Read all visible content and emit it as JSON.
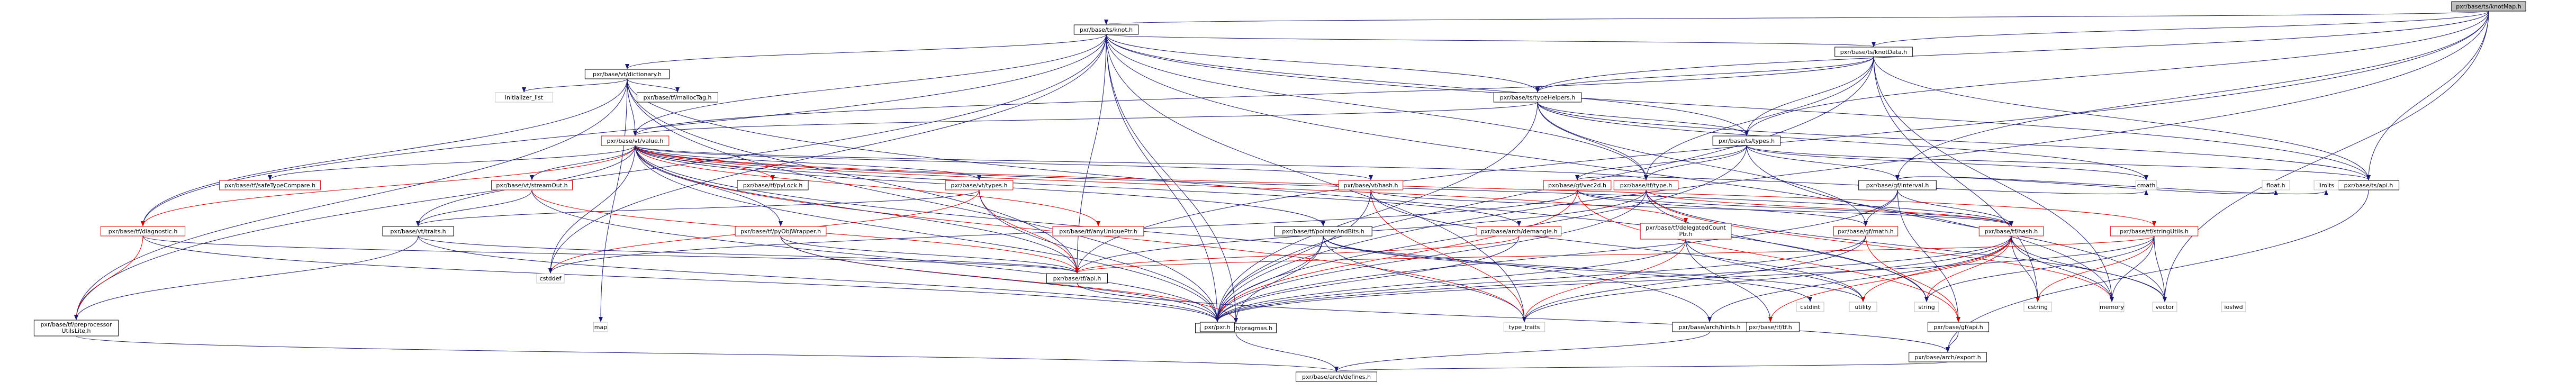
{
  "graph": {
    "root": "pxr/base/ts/knotMap.h",
    "colors": {
      "background": "#ffffff",
      "root_fill": "#bfbfbf",
      "node_fill": "#ffffff",
      "node_stroke": "#000000",
      "node_stroke_red": "#cc0000",
      "node_stroke_gray": "#bfbfbf",
      "edge_blue": "#191970",
      "edge_red": "#cc0000",
      "edge_dark": "#63b8ff"
    },
    "nodes": [
      {
        "id": "knotMap",
        "label": "pxr/base/ts/knotMap.h",
        "kind": "root"
      },
      {
        "id": "knot",
        "label": "pxr/base/ts/knot.h",
        "kind": "normal"
      },
      {
        "id": "knotData",
        "label": "pxr/base/ts/knotData.h",
        "kind": "normal"
      },
      {
        "id": "dictionary",
        "label": "pxr/base/vt/dictionary.h",
        "kind": "normal"
      },
      {
        "id": "typeHelpers",
        "label": "pxr/base/ts/typeHelpers.h",
        "kind": "normal"
      },
      {
        "id": "tsTypes",
        "label": "pxr/base/ts/types.h",
        "kind": "normal"
      },
      {
        "id": "tsApi",
        "label": "pxr/base/ts/api.h",
        "kind": "normal"
      },
      {
        "id": "smallVecTag",
        "label": "pxr/base/tf/mallocTag.h",
        "kind": "normal"
      },
      {
        "id": "initList",
        "label": "initializer_list",
        "kind": "gray"
      },
      {
        "id": "vtValue",
        "label": "pxr/base/vt/value.h",
        "kind": "red"
      },
      {
        "id": "tfType",
        "label": "pxr/base/tf/type.h",
        "kind": "red"
      },
      {
        "id": "gfInterval",
        "label": "pxr/base/gf/interval.h",
        "kind": "normal"
      },
      {
        "id": "safeTypeCompare",
        "label": "pxr/base/tf/safeTypeCompare.h",
        "kind": "red"
      },
      {
        "id": "streamOut",
        "label": "pxr/base/vt/streamOut.h",
        "kind": "red"
      },
      {
        "id": "pyLock",
        "label": "pxr/base/tf/pyLock.h",
        "kind": "normal"
      },
      {
        "id": "vtTypes",
        "label": "pxr/base/vt/types.h",
        "kind": "red"
      },
      {
        "id": "vtHash",
        "label": "pxr/base/vt/hash.h",
        "kind": "red"
      },
      {
        "id": "gfVec2d",
        "label": "pxr/base/gf/vec2d.h",
        "kind": "red"
      },
      {
        "id": "diagnostic",
        "label": "pxr/base/tf/diagnostic.h",
        "kind": "red"
      },
      {
        "id": "vtTraits",
        "label": "pxr/base/vt/traits.h",
        "kind": "normal"
      },
      {
        "id": "pyObjWrapper",
        "label": "pxr/base/tf/pyObjWrapper.h",
        "kind": "red"
      },
      {
        "id": "tfAnyUnique",
        "label": "pxr/base/tf/anyUniquePtr.h",
        "kind": "red"
      },
      {
        "id": "pointerAndBits",
        "label": "pxr/base/tf/pointerAndBits.h",
        "kind": "normal"
      },
      {
        "id": "demangle",
        "label": "pxr/base/arch/demangle.h",
        "kind": "red"
      },
      {
        "id": "delegatedCount",
        "label": "pxr/base/tf/delegatedCount\nPtr.h",
        "kind": "red"
      },
      {
        "id": "gfMath",
        "label": "pxr/base/gf/math.h",
        "kind": "red"
      },
      {
        "id": "tfHash",
        "label": "pxr/base/tf/hash.h",
        "kind": "red"
      },
      {
        "id": "stringUtils",
        "label": "pxr/base/tf/stringUtils.h",
        "kind": "red"
      },
      {
        "id": "cmath",
        "label": "cmath",
        "kind": "gray"
      },
      {
        "id": "floath",
        "label": "float.h",
        "kind": "gray"
      },
      {
        "id": "limits",
        "label": "limits",
        "kind": "gray"
      },
      {
        "id": "tfApi",
        "label": "pxr/base/tf/api.h",
        "kind": "normal"
      },
      {
        "id": "preprocessor",
        "label": "pxr/base/tf/preprocessor\nUtilsLite.h",
        "kind": "normal"
      },
      {
        "id": "cstddef",
        "label": "cstddef",
        "kind": "gray"
      },
      {
        "id": "tfTfh",
        "label": "pxr/base/tf/tf.h",
        "kind": "normal"
      },
      {
        "id": "archPragmas",
        "label": "pxr/base/arch/pragmas.h",
        "kind": "normal"
      },
      {
        "id": "archHints",
        "label": "pxr/base/arch/hints.h",
        "kind": "normal"
      },
      {
        "id": "gfApi",
        "label": "pxr/base/gf/api.h",
        "kind": "normal"
      },
      {
        "id": "archExport",
        "label": "pxr/base/arch/export.h",
        "kind": "normal"
      },
      {
        "id": "archDefines",
        "label": "pxr/base/arch/defines.h",
        "kind": "normal"
      },
      {
        "id": "pxrh",
        "label": "pxr/pxr.h",
        "kind": "normal"
      },
      {
        "id": "typeTraits",
        "label": "type_traits",
        "kind": "gray"
      },
      {
        "id": "mapH",
        "label": "map",
        "kind": "gray"
      },
      {
        "id": "cstdint",
        "label": "cstdint",
        "kind": "gray"
      },
      {
        "id": "utility",
        "label": "utility",
        "kind": "gray"
      },
      {
        "id": "stringH",
        "label": "string",
        "kind": "gray"
      },
      {
        "id": "cstring",
        "label": "cstring",
        "kind": "gray"
      },
      {
        "id": "memoryH",
        "label": "memory",
        "kind": "gray"
      },
      {
        "id": "vectorH",
        "label": "vector",
        "kind": "gray"
      },
      {
        "id": "iosfwd",
        "label": "iosfwd",
        "kind": "gray"
      }
    ]
  }
}
